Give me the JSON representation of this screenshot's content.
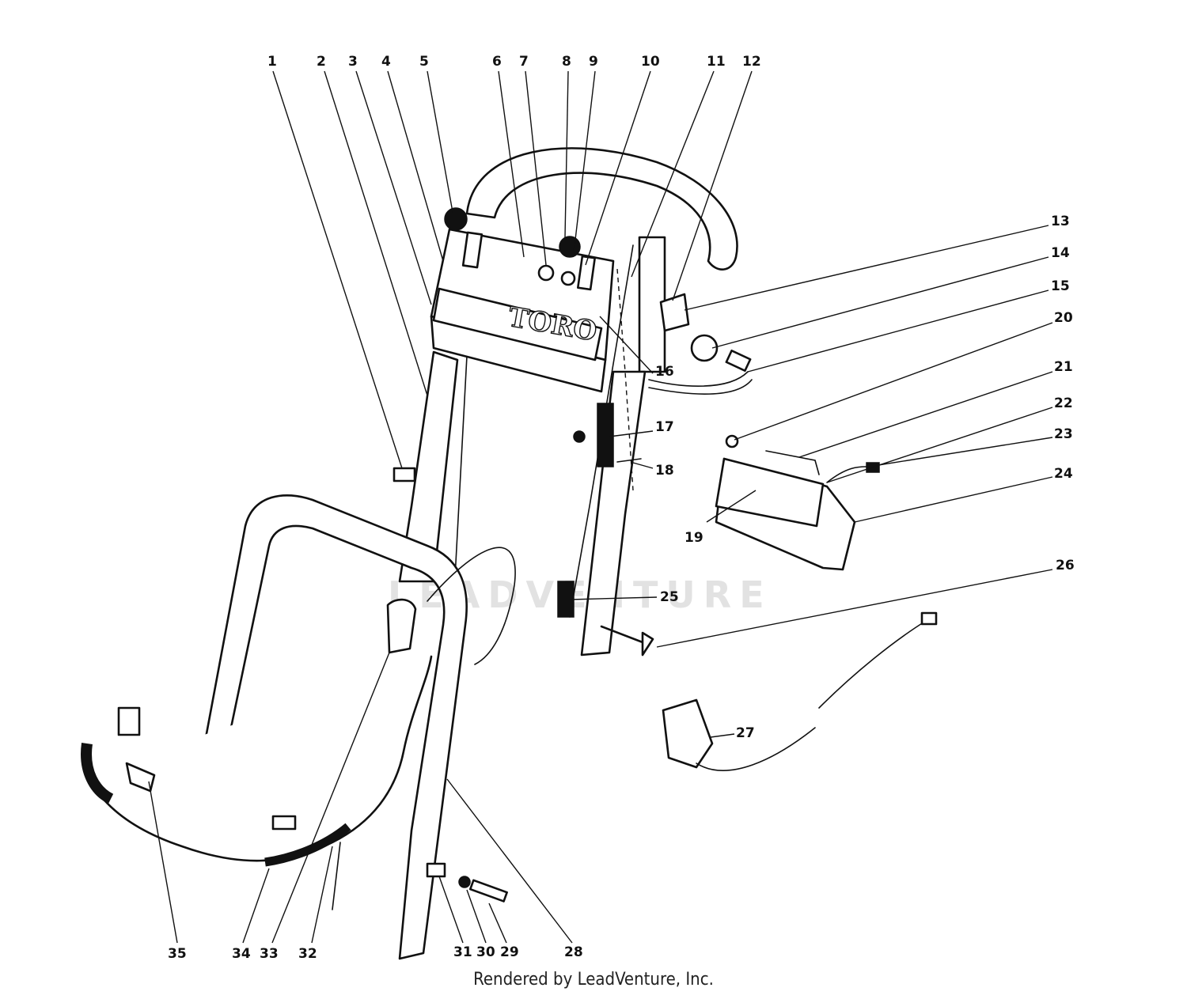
{
  "diagram": {
    "brand_label": "TORO",
    "watermark": "LEADVENTURE",
    "callouts": [
      "1",
      "2",
      "3",
      "4",
      "5",
      "6",
      "7",
      "8",
      "9",
      "10",
      "11",
      "12",
      "13",
      "14",
      "15",
      "16",
      "17",
      "18",
      "19",
      "20",
      "21",
      "22",
      "23",
      "24",
      "25",
      "26",
      "27",
      "28",
      "29",
      "30",
      "31",
      "32",
      "33",
      "34",
      "35"
    ]
  },
  "footer": {
    "text": "Rendered by LeadVenture, Inc."
  }
}
